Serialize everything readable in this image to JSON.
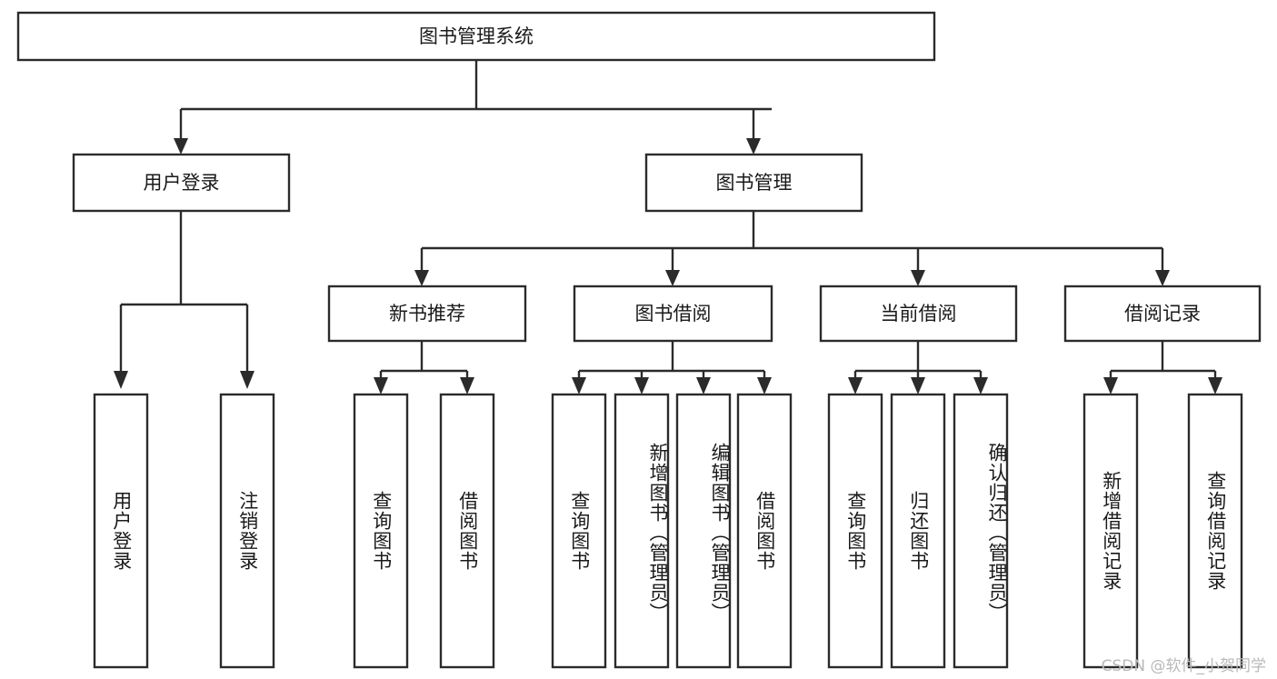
{
  "diagram": {
    "type": "tree-hierarchy",
    "title": "图书管理系统",
    "orientation": "top-down",
    "levels": 4,
    "colors": {
      "stroke": "#2b2b2b",
      "fill": "#ffffff",
      "text": "#1a1a1a",
      "watermark": "#b9b9b9",
      "background": "#ffffff"
    }
  },
  "root": {
    "label": "图书管理系统"
  },
  "level2": [
    {
      "label": "用户登录"
    },
    {
      "label": "图书管理"
    }
  ],
  "level3": [
    {
      "label": "新书推荐"
    },
    {
      "label": "图书借阅"
    },
    {
      "label": "当前借阅"
    },
    {
      "label": "借阅记录"
    }
  ],
  "leaves": {
    "user_login": [
      {
        "label": "用户登录"
      },
      {
        "label": "注销登录"
      }
    ],
    "new_book_recommend": [
      {
        "label": "查询图书"
      },
      {
        "label": "借阅图书"
      }
    ],
    "book_borrow": [
      {
        "label": "查询图书"
      },
      {
        "label": "新增图书（管理员）"
      },
      {
        "label": "编辑图书（管理员）"
      },
      {
        "label": "借阅图书"
      }
    ],
    "current_borrow": [
      {
        "label": "查询图书"
      },
      {
        "label": "归还图书"
      },
      {
        "label": "确认归还（管理员）"
      }
    ],
    "borrow_record": [
      {
        "label": "新增借阅记录"
      },
      {
        "label": "查询借阅记录"
      }
    ]
  },
  "watermark": {
    "text": "CSDN @软件_小贺同学"
  }
}
